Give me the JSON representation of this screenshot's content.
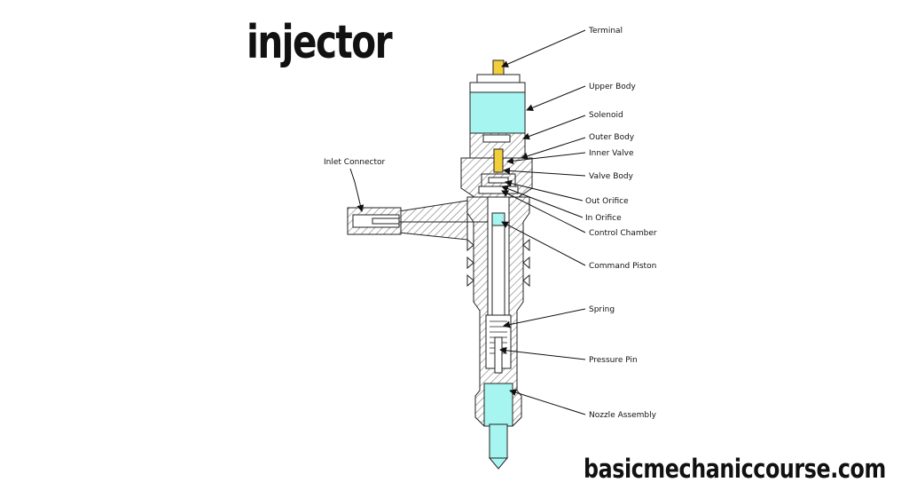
{
  "title": "injector",
  "website": "basicmechaniccourse.com",
  "colors": {
    "highlight_cyan": "#a6f5f0",
    "highlight_yellow": "#f2cf3a",
    "hatch": "#6f6f6f"
  },
  "labels": {
    "terminal": "Terminal",
    "upper_body": "Upper Body",
    "solenoid": "Solenoid",
    "outer_body": "Outer Body",
    "inner_valve": "Inner Valve",
    "valve_body": "Valve Body",
    "out_orifice": "Out Orifice",
    "in_orifice": "In Orifice",
    "control_chamber": "Control Chamber",
    "command_piston": "Command Piston",
    "spring": "Spring",
    "pressure_pin": "Pressure Pin",
    "nozzle_assembly": "Nozzle Assembly",
    "inlet_connector": "Inlet Connector"
  }
}
